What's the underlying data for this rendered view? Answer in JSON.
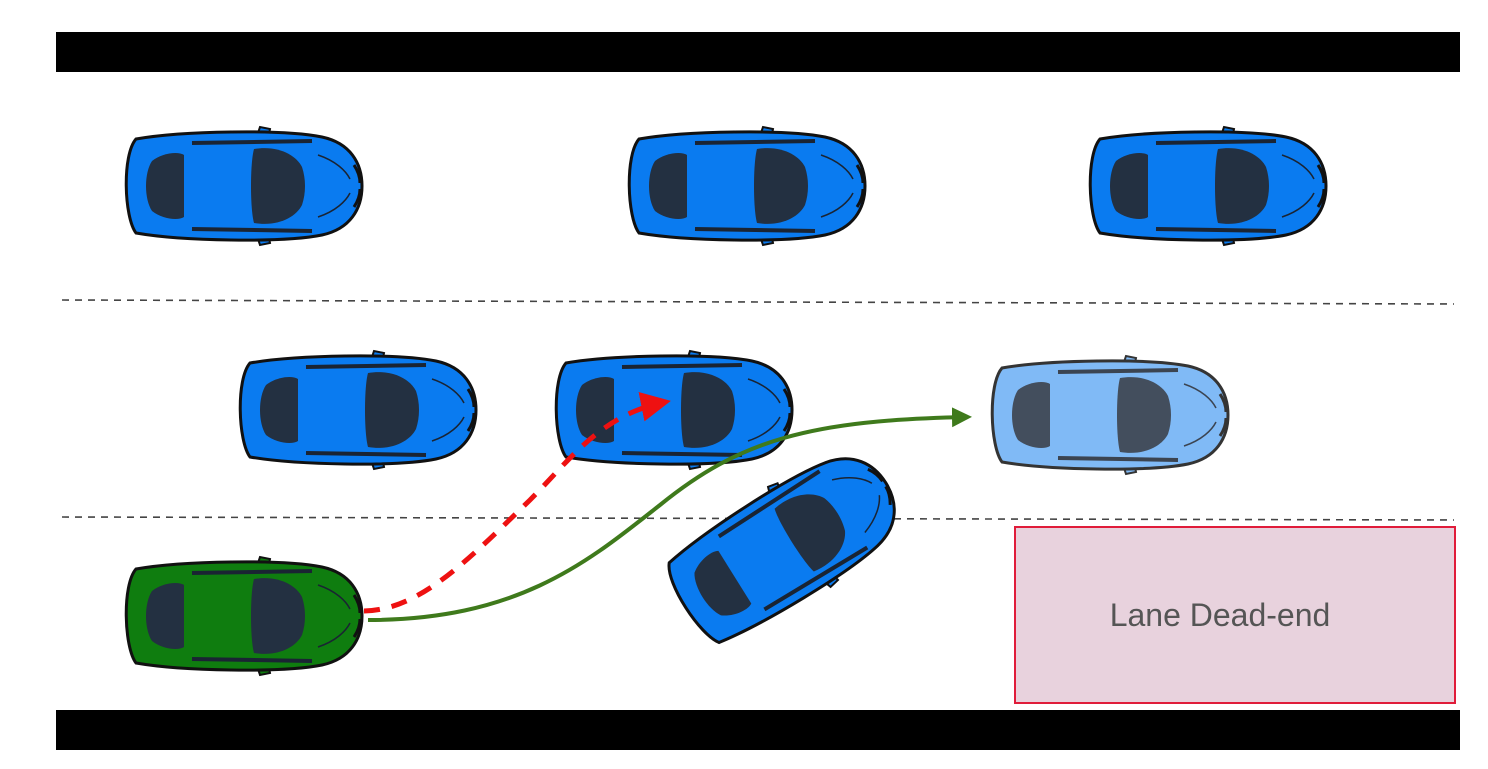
{
  "diagram": {
    "deadend_label": "Lane Dead-end"
  },
  "colors": {
    "road_edge": "#000000",
    "lane_marking": "#444444",
    "car_blue": "#0a7bf0",
    "car_green": "#0f7d0f",
    "car_ghost": "#6aaef5",
    "window": "#233041",
    "path_blocked": "#ee1111",
    "path_planned": "#3f7a1c",
    "deadend_fill": "#e8d2dd",
    "deadend_stroke": "#e01c3a"
  },
  "cars": [
    {
      "name": "car-lane1-a",
      "color": "car_blue"
    },
    {
      "name": "car-lane1-b",
      "color": "car_blue"
    },
    {
      "name": "car-lane1-c",
      "color": "car_blue"
    },
    {
      "name": "car-lane2-a",
      "color": "car_blue"
    },
    {
      "name": "car-lane2-b",
      "color": "car_blue"
    },
    {
      "name": "car-lane2-target-ghost",
      "color": "car_ghost"
    },
    {
      "name": "car-lane3-merging",
      "color": "car_blue"
    },
    {
      "name": "car-ego-green",
      "color": "car_green"
    }
  ]
}
